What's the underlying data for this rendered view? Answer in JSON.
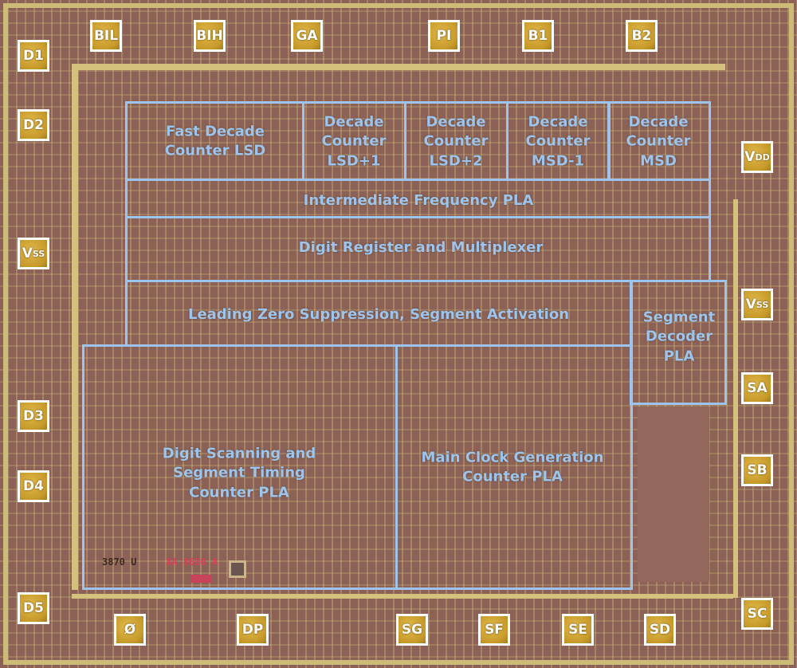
{
  "pads": {
    "bil": "BIL",
    "bih": "BIH",
    "ga": "GA",
    "pi": "PI",
    "b1": "B1",
    "b2": "B2",
    "d1": "D1",
    "d2": "D2",
    "vss_left": "V",
    "vss_left_sub": "SS",
    "d3": "D3",
    "d4": "D4",
    "d5": "D5",
    "vdd": "V",
    "vdd_sub": "DD",
    "vss_right": "V",
    "vss_right_sub": "SS",
    "sa": "SA",
    "sb": "SB",
    "sc": "SC",
    "phi": "Ø",
    "dp": "DP",
    "sg": "SG",
    "sf": "SF",
    "se": "SE",
    "sd": "SD"
  },
  "blocks": {
    "fast_decade": "Fast Decade\nCounter LSD",
    "lsd1": "Decade\nCounter\nLSD+1",
    "lsd2": "Decade\nCounter\nLSD+2",
    "msd1": "Decade\nCounter\nMSD-1",
    "msd": "Decade\nCounter\nMSD",
    "if_pla": "Intermediate Frequency PLA",
    "digit_reg": "Digit Register and Multiplexer",
    "lzs": "Leading Zero Suppression, Segment Activation",
    "seg_dec": "Segment\nDecoder\nPLA",
    "digit_scan": "Digit Scanning and\nSegment Timing\nCounter PLA",
    "main_clock": "Main Clock Generation\nCounter PLA"
  },
  "die_marks": {
    "part": "3870 U",
    "mask": "XA 8600 A"
  },
  "colors": {
    "label": "#9cc4ec",
    "pad": "#c79a2a",
    "substrate": "#8c6258",
    "metal": "#d4c27c"
  }
}
